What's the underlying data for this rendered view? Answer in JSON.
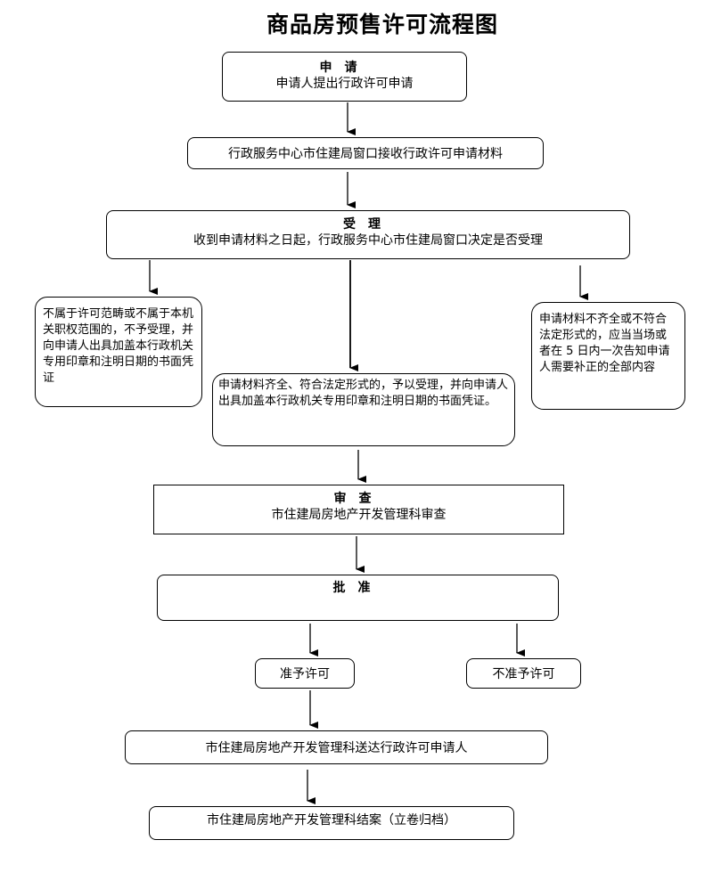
{
  "title": "商品房预售许可流程图",
  "apply": {
    "head": "申请",
    "text": "申请人提出行政许可申请"
  },
  "receive": {
    "text": "行政服务中心市住建局窗口接收行政许可申请材料"
  },
  "accept": {
    "head": "受理",
    "text": "收到申请材料之日起，行政服务中心市住建局窗口决定是否受理"
  },
  "reject_box": {
    "text": "不属于许可范畴或不属于本机关职权范围的，不予受理，并向申请人出具加盖本行政机关专用印章和注明日期的书面凭证"
  },
  "accept_box": {
    "text": "申请材料齐全、符合法定形式的，予以受理，并向申请人出具加盖本行政机关专用印章和注明日期的书面凭证。"
  },
  "supplement_box": {
    "text": "申请材料不齐全或不符合法定形式的，应当当场或者在 5 日内一次告知申请人需要补正的全部内容"
  },
  "review": {
    "head": "审查",
    "text": "市住建局房地产开发管理科审查"
  },
  "approve": {
    "head": "批准"
  },
  "grant": {
    "text": "准予许可"
  },
  "deny": {
    "text": "不准予许可"
  },
  "deliver": {
    "text": "市住建局房地产开发管理科送达行政许可申请人"
  },
  "archive": {
    "text": "市住建局房地产开发管理科结案（立卷归档）"
  }
}
